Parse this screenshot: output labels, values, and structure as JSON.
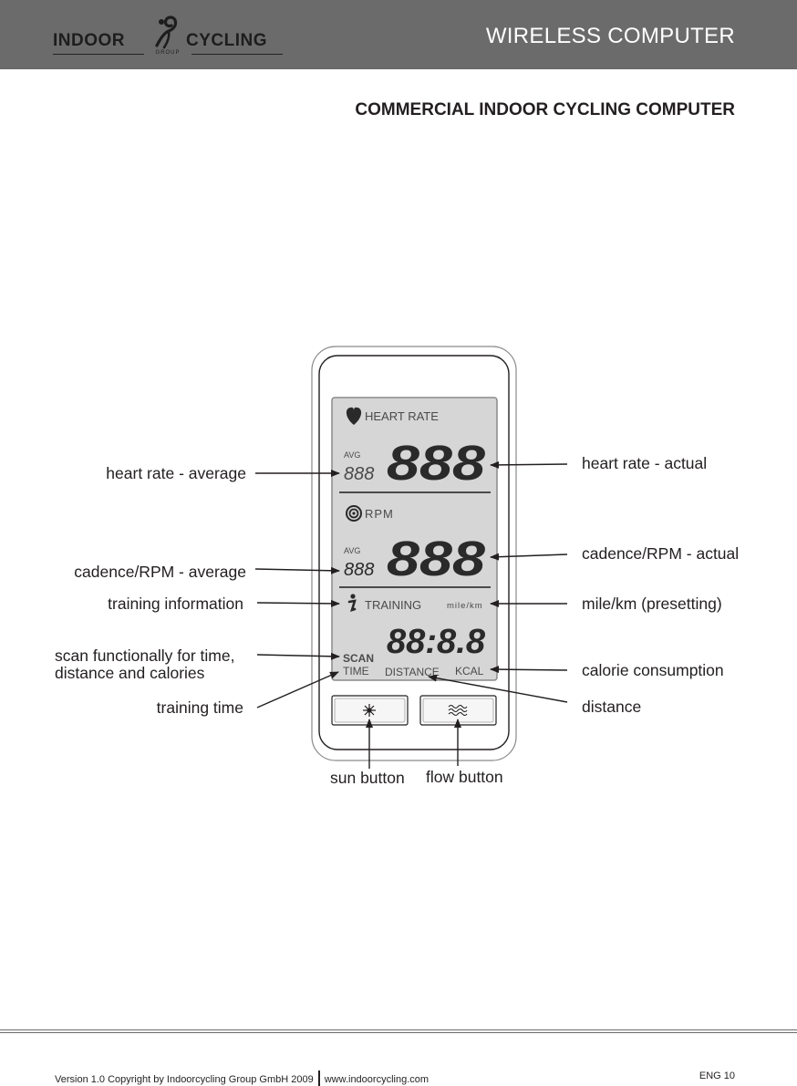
{
  "header": {
    "logo_word_left": "INDOOR",
    "logo_word_right": "CYCLING",
    "logo_sub": "GROUP",
    "title": "WIRELESS COMPUTER"
  },
  "document": {
    "title": "COMMERCIAL INDOOR CYCLING COMPUTER"
  },
  "display": {
    "heart_rate_label": "HEART RATE",
    "avg_label_1": "AVG",
    "avg_value_1": "888",
    "big_value_1": "888",
    "rpm_label": "RPM",
    "avg_label_2": "AVG",
    "avg_value_2": "888",
    "big_value_2": "888",
    "training_label": "TRAINING",
    "unit_label": "mile/km",
    "bottom_value": "88:8.8",
    "scan_label": "SCAN",
    "time_label": "TIME",
    "distance_label": "DISTANCE",
    "kcal_label": "KCAL"
  },
  "callouts_left": {
    "heart_rate_average": "heart rate - average",
    "cadence_average": "cadence/RPM  - average",
    "training_information": "training information",
    "scan_line1": "scan functionally for time,",
    "scan_line2": "distance and calories",
    "training_time": "training time"
  },
  "callouts_right": {
    "heart_rate_actual": "heart rate - actual",
    "cadence_actual": "cadence/RPM - actual",
    "mile_km": "mile/km (presetting)",
    "calorie": "calorie consumption",
    "distance": "distance"
  },
  "buttons": {
    "sun": "sun button",
    "flow": "flow button"
  },
  "icons": [
    "heart-icon",
    "target-icon",
    "info-icon",
    "sun-icon",
    "flow-icon"
  ],
  "footer": {
    "left": "Version 1.0 Copyright by Indoorcycling Group GmbH 2009",
    "url": "www.indoorcycling.com",
    "page": "ENG 10"
  },
  "colors": {
    "header_bg": "#6b6b6b",
    "lcd_bg": "#d6d6d6",
    "lcd_ink": "#2a2a2a"
  }
}
